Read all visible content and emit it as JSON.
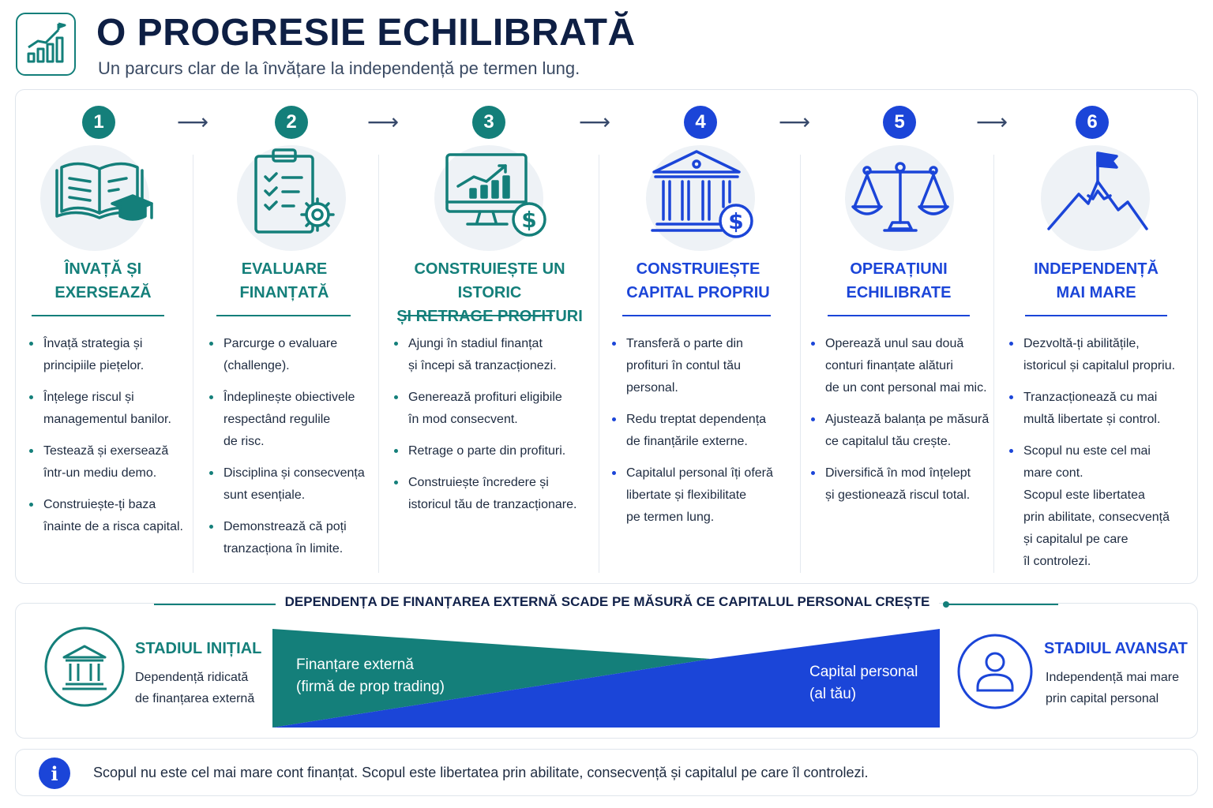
{
  "header": {
    "title": "O PROGRESIE ECHILIBRATĂ",
    "subtitle": "Un parcurs clar de la învățare la independență pe termen lung."
  },
  "colors": {
    "teal": "#147f7a",
    "blue": "#1b45d8",
    "navy": "#0e1f44"
  },
  "stages": [
    {
      "number": "1",
      "icon": "book-graduation-cap-icon",
      "title": [
        "ÎNVAȚĂ ȘI",
        "EXERSEAZĂ"
      ],
      "bullets": [
        [
          "Învață strategia și",
          "principiile piețelor."
        ],
        [
          "Înțelege riscul și",
          "managementul banilor."
        ],
        [
          "Testează și exersează",
          "într-un mediu demo."
        ],
        [
          "Construiește-ți baza",
          "înainte de a risca capital."
        ]
      ]
    },
    {
      "number": "2",
      "icon": "clipboard-gear-icon",
      "title": [
        "EVALUARE",
        "FINANȚATĂ"
      ],
      "bullets": [
        [
          "Parcurge o evaluare",
          "(challenge)."
        ],
        [
          "Îndeplinește obiectivele",
          "respectând regulile",
          "de risc."
        ],
        [
          "Disciplina și consecvența",
          "sunt esențiale."
        ],
        [
          "Demonstrează că poți",
          "tranzacționa în limite."
        ]
      ]
    },
    {
      "number": "3",
      "icon": "monitor-chart-dollar-icon",
      "title": [
        "CONSTRUIEȘTE UN ISTORIC",
        "ȘI RETRAGE PROFITURI"
      ],
      "bullets": [
        [
          "Ajungi în stadiul finanțat",
          "și începi să tranzacționezi."
        ],
        [
          "Generează profituri eligibile",
          "în mod consecvent."
        ],
        [
          "Retrage o parte din profituri."
        ],
        [
          "Construiește încredere și",
          "istoricul tău de tranzacționare."
        ]
      ]
    },
    {
      "number": "4",
      "icon": "bank-dollar-icon",
      "title": [
        "CONSTRUIEȘTE",
        "CAPITAL PROPRIU"
      ],
      "bullets": [
        [
          "Transferă o parte din",
          "profituri în contul tău",
          "personal."
        ],
        [
          "Redu treptat dependența",
          "de finanțările externe."
        ],
        [
          "Capitalul personal îți oferă",
          "libertate și flexibilitate",
          "pe termen lung."
        ]
      ]
    },
    {
      "number": "5",
      "icon": "balance-scale-icon",
      "title": [
        "OPERAȚIUNI",
        "ECHILIBRATE"
      ],
      "bullets": [
        [
          "Operează unul sau două",
          "conturi finanțate alături",
          "de un cont personal mai mic."
        ],
        [
          "Ajustează balanța pe măsură",
          "ce capitalul tău crește."
        ],
        [
          "Diversifică în mod înțelept",
          "și gestionează riscul total."
        ]
      ]
    },
    {
      "number": "6",
      "icon": "mountain-flag-icon",
      "title": [
        "INDEPENDENȚĂ",
        "MAI MARE"
      ],
      "bullets": [
        [
          "Dezvoltă-ți abilitățile,",
          "istoricul și capitalul propriu."
        ],
        [
          "Tranzacționează cu mai",
          "multă libertate și control."
        ],
        [
          "Scopul nu este cel mai",
          "mare cont.",
          "Scopul este libertatea",
          "prin abilitate, consecvență",
          "și capitalul pe care",
          "îl controlezi."
        ]
      ]
    }
  ],
  "dependency": {
    "header": "DEPENDENȚA DE FINANȚAREA EXTERNĂ SCADE PE MĂSURĂ CE CAPITALUL PERSONAL CREȘTE",
    "initial": {
      "label": "STADIUL INIȚIAL",
      "desc": [
        "Dependență ridicată",
        "de finanțarea externă"
      ]
    },
    "external": [
      "Finanțare externă",
      "(firmă de prop trading)"
    ],
    "personal": [
      "Capital personal",
      "(al tău)"
    ],
    "advanced": {
      "label": "STADIUL AVANSAT",
      "desc": [
        "Independență mai mare",
        "prin capital personal"
      ]
    }
  },
  "info": {
    "text": "Scopul nu este cel mai mare cont finanțat. Scopul este libertatea prin abilitate, consecvență și capitalul pe care îl controlezi."
  }
}
